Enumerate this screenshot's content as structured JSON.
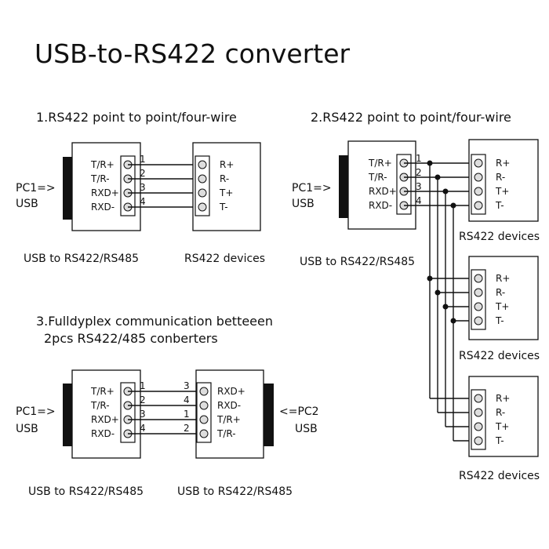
{
  "title": "USB-to-RS422 converter",
  "section1": {
    "heading": "1.RS422 point to point/four-wire",
    "pc": [
      "PC1=>",
      "USB"
    ],
    "converter_pins": [
      "T/R+",
      "T/R-",
      "RXD+",
      "RXD-"
    ],
    "wire_numbers": [
      "1",
      "2",
      "3",
      "4"
    ],
    "device_pins": [
      "R+",
      "R-",
      "T+",
      "T-"
    ],
    "converter_caption": "USB to RS422/RS485",
    "device_caption": "RS422 devices"
  },
  "section2": {
    "heading": "2.RS422 point to point/four-wire",
    "pc": [
      "PC1=>",
      "USB"
    ],
    "converter_pins": [
      "T/R+",
      "T/R-",
      "RXD+",
      "RXD-"
    ],
    "wire_numbers": [
      "1",
      "2",
      "3",
      "4"
    ],
    "device_pins": [
      "R+",
      "R-",
      "T+",
      "T-"
    ],
    "converter_caption": "USB to RS422/RS485",
    "device_caption": "RS422 devices"
  },
  "section3": {
    "heading_line1": "3.Fulldyplex communication betteeen",
    "heading_line2": "2pcs RS422/485 conberters",
    "pc_left": [
      "PC1=>",
      "USB"
    ],
    "pc_right": [
      "<=PC2",
      "USB"
    ],
    "left_pins": [
      "T/R+",
      "T/R-",
      "RXD+",
      "RXD-"
    ],
    "left_numbers": [
      "1",
      "2",
      "3",
      "4"
    ],
    "right_numbers": [
      "3",
      "4",
      "1",
      "2"
    ],
    "right_pins": [
      "RXD+",
      "RXD-",
      "T/R+",
      "T/R-"
    ],
    "left_caption": "USB to RS422/RS485",
    "right_caption": "USB to RS422/RS485"
  },
  "colors": {
    "ink": "#111111",
    "background": "#ffffff",
    "terminal": "#9a9a9a"
  }
}
